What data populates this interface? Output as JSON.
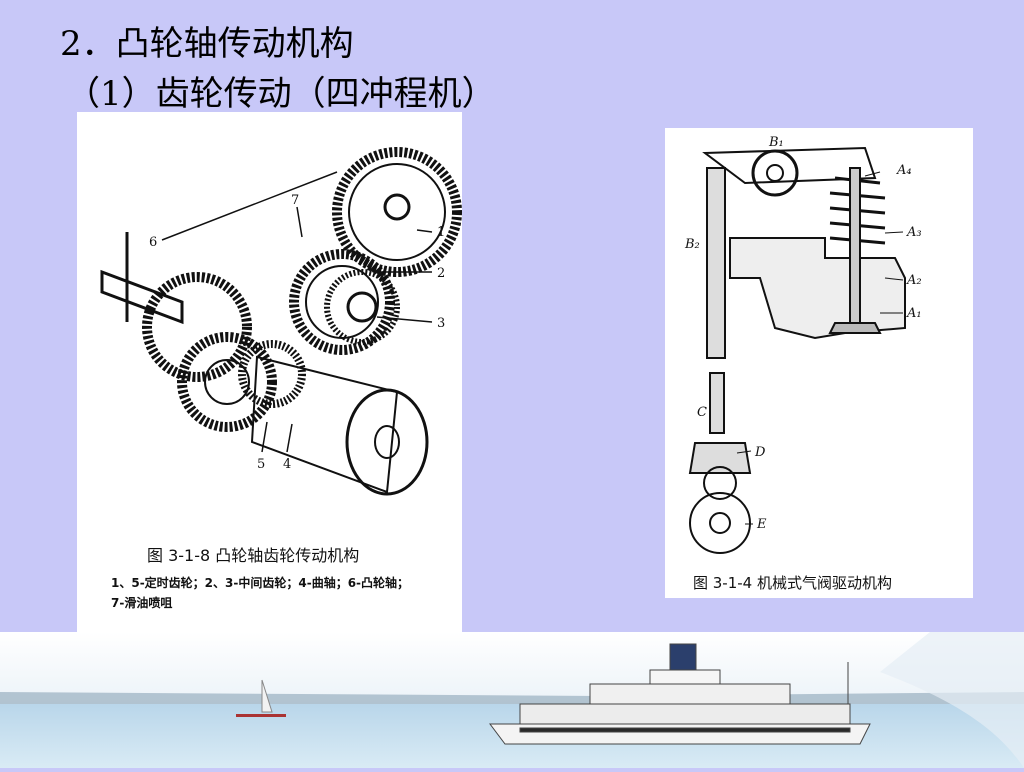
{
  "slide": {
    "title": "2．凸轮轴传动机构",
    "subtitle": "（1）齿轮传动（四冲程机）"
  },
  "figure_left": {
    "caption": "图 3-1-8  凸轮轴齿轮传动机构",
    "legend_line1": "1、5-定时齿轮；2、3-中间齿轮；4-曲轴；6-凸轮轴；",
    "legend_line2": "7-滑油喷咀",
    "callouts": [
      "1",
      "2",
      "3",
      "4",
      "5",
      "6",
      "7"
    ]
  },
  "figure_right": {
    "caption": "图 3-1-4  机械式气阀驱动机构",
    "callouts": {
      "b1": "B₁",
      "b2": "B₂",
      "a4": "A₄",
      "a3": "A₃",
      "a2": "A₂",
      "a1": "A₁",
      "c": "C",
      "d": "D",
      "e": "E"
    }
  },
  "colors": {
    "background": "#c8c8f8",
    "water": "#b9d6ea",
    "ship_hull": "#f4f4f4"
  }
}
